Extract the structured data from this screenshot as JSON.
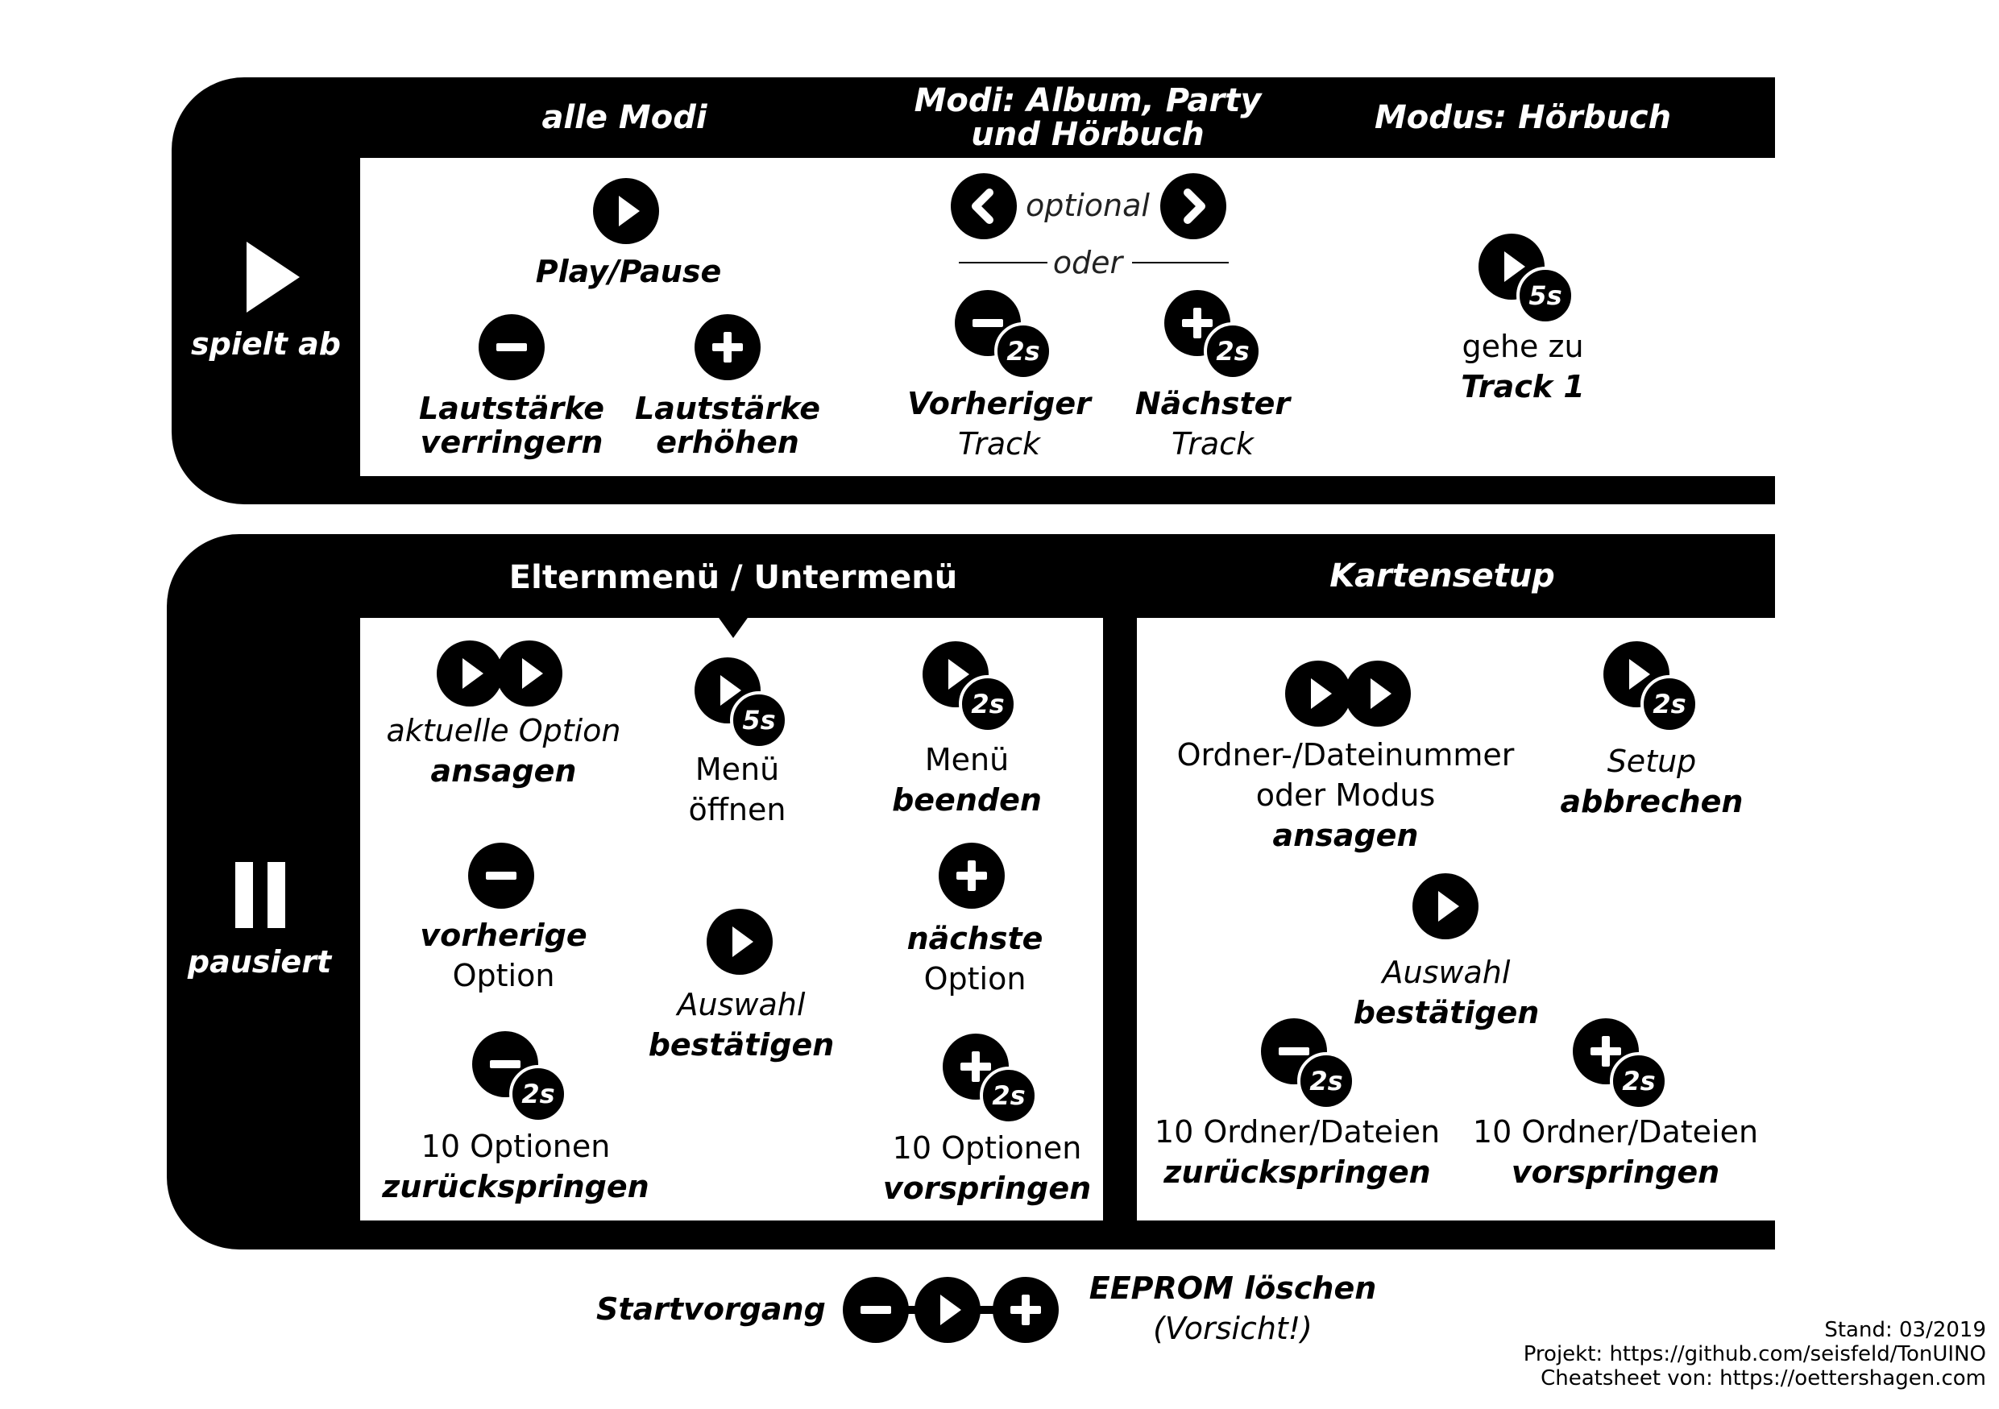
{
  "top": {
    "side_label": "spielt ab",
    "headers": {
      "all_modes": "alle Modi",
      "album_party_line1": "Modi: Album, Party",
      "album_party_line2": "und Hörbuch",
      "audiobook": "Modus: Hörbuch"
    },
    "play_pause": "Play/Pause",
    "vol_down_line1": "Lautstärke",
    "vol_down_line2": "verringern",
    "vol_up_line1": "Lautstärke",
    "vol_up_line2": "erhöhen",
    "optional": "optional",
    "or": "oder",
    "prev_line1": "Vorheriger",
    "prev_line2": "Track",
    "next_line1": "Nächster",
    "next_line2": "Track",
    "goto_line1": "gehe zu",
    "goto_line2": "Track 1",
    "badge_2s": "2s",
    "badge_5s": "5s"
  },
  "bottom": {
    "side_label": "pausiert",
    "parent_menu_title": "Elternmenü / Untermenü",
    "card_setup_title": "Kartensetup",
    "announce_line1": "aktuelle Option",
    "announce_line2": "ansagen",
    "menu_open_line1": "Menü",
    "menu_open_line2": "öffnen",
    "menu_end_line1": "Menü",
    "menu_end_line2": "beenden",
    "prev_option_line1": "vorherige",
    "prev_option_line2": "Option",
    "confirm_line1": "Auswahl",
    "confirm_line2": "bestätigen",
    "next_option_line1": "nächste",
    "next_option_line2": "Option",
    "back10_line1": "10 Optionen",
    "back10_line2": "zurückspringen",
    "fwd10_line1": "10 Optionen",
    "fwd10_line2": "vorspringen",
    "setup_announce_line1": "Ordner-/Dateinummer",
    "setup_announce_line2": "oder Modus",
    "setup_announce_line3": "ansagen",
    "setup_cancel_line1": "Setup",
    "setup_cancel_line2": "abbrechen",
    "setup_confirm_line1": "Auswahl",
    "setup_confirm_line2": "bestätigen",
    "setup_back10_line1": "10 Ordner/Dateien",
    "setup_back10_line2": "zurückspringen",
    "setup_fwd10_line1": "10 Ordner/Dateien",
    "setup_fwd10_line2": "vorspringen"
  },
  "startup": {
    "label": "Startvorgang",
    "result_line1": "EEPROM löschen",
    "result_line2": "(Vorsicht!)"
  },
  "footer": {
    "stand": "Stand: 03/2019",
    "project": "Projekt: https://github.com/seisfeld/TonUINO",
    "cheatsheet": "Cheatsheet von: https://oettershagen.com"
  },
  "icons": [
    "play-icon",
    "pause-icon",
    "minus-icon",
    "plus-icon",
    "chevron-left-icon",
    "chevron-right-icon"
  ]
}
